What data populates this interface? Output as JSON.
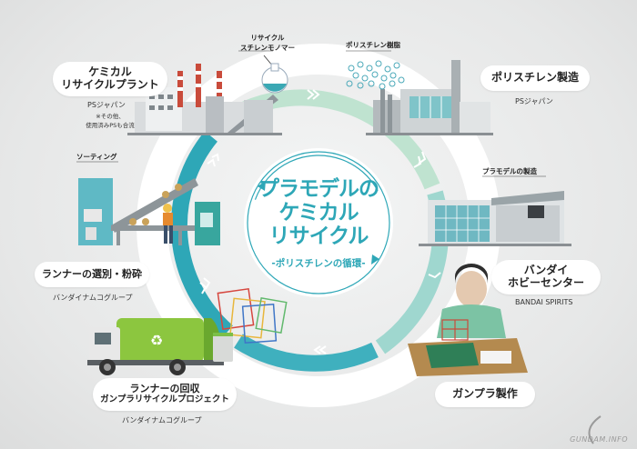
{
  "center": {
    "title_line1": "プラモデルの",
    "title_line2": "ケミカル",
    "title_line3": "リサイクル",
    "subtitle": "-ポリスチレンの循環-"
  },
  "stages": {
    "chemical_plant": {
      "title_line1": "ケミカル",
      "title_line2": "リサイクルプラント",
      "company": "PSジャパン",
      "note_line1": "※その他、",
      "note_line2": "使用済みPSも合流"
    },
    "polystyrene_prod": {
      "title": "ポリスチレン製造",
      "company": "PSジャパン"
    },
    "bandai_hobby": {
      "title_line1": "バンダイ",
      "title_line2": "ホビーセンター",
      "company": "BANDAI SPIRITS"
    },
    "gunpla_making": {
      "title": "ガンプラ製作"
    },
    "runner_collect": {
      "title_line1": "ランナーの回収",
      "title_line2": "ガンプラリサイクルプロジェクト",
      "company": "バンダイナムコグループ"
    },
    "runner_sort": {
      "title": "ランナーの選別・粉砕",
      "company": "バンダイナムコグループ"
    }
  },
  "tags": {
    "monomer_line1": "リサイクル",
    "monomer_line2": "スチレンモノマー",
    "resin": "ポリスチレン樹脂",
    "model_making": "プラモデルの製造",
    "sorting": "ソーティング"
  },
  "watermark": "GUNDAM.INFO",
  "colors": {
    "accent": "#2ea7b7",
    "green": "#9ccf9a",
    "arrow_light": "#c6e6d5"
  }
}
